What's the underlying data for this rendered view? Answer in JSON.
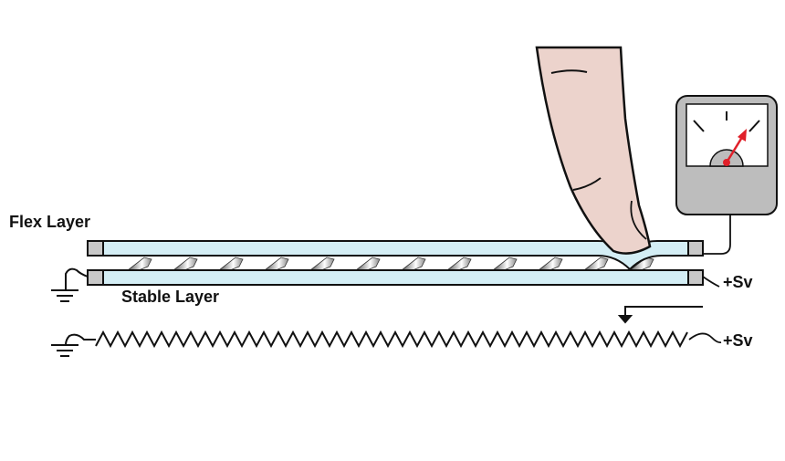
{
  "labels": {
    "flex_layer": "Flex Layer",
    "stable_layer": "Stable Layer",
    "supply_top": "+Sv",
    "supply_bottom": "+Sv"
  },
  "colors": {
    "layer_fill": "#d4eef5",
    "cap_fill": "#c8c8c8",
    "meter_body": "#bdbdbd",
    "needle": "#e0202a",
    "finger": "#ecd3cc"
  }
}
